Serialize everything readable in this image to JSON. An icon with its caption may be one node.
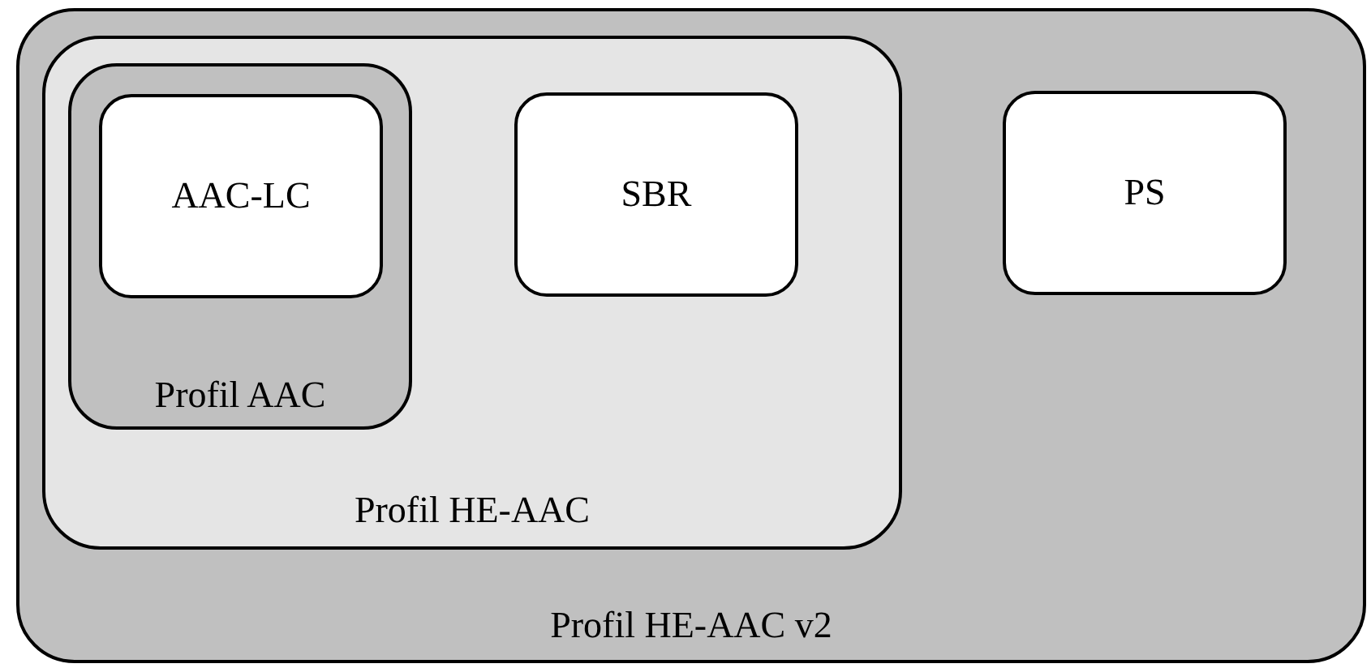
{
  "diagram": {
    "nodes": [
      {
        "text": [
          "Profil HE-AAC v2"
        ]
      },
      {
        "text": [
          "Profil HE-AAC"
        ],
        "in": 0
      },
      {
        "text": [
          "Profil AAC"
        ],
        "in": 1
      },
      {
        "text": [
          "AAC-LC"
        ],
        "in": 2
      },
      {
        "text": [
          "SBR"
        ],
        "in": 1
      },
      {
        "text": [
          "PS"
        ],
        "in": 0
      }
    ]
  }
}
